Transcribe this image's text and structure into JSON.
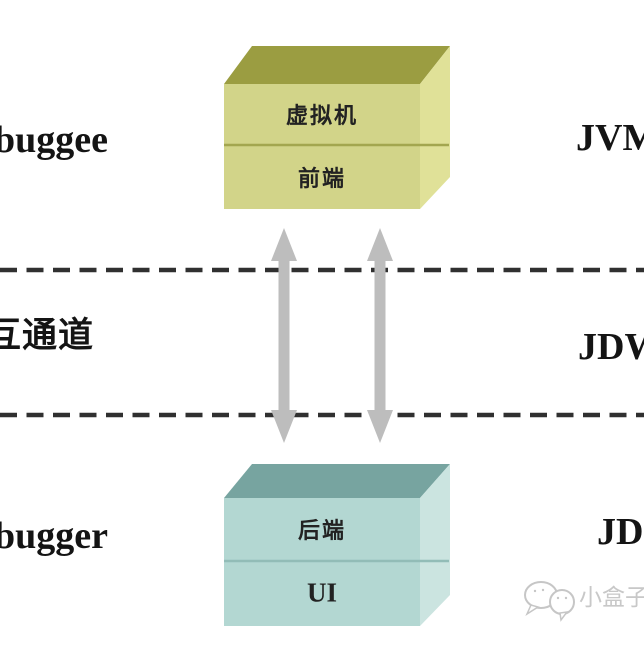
{
  "side_labels": {
    "top_left": "buggee",
    "middle_left": "互通道",
    "bottom_left": "bugger",
    "top_right": "JVM",
    "middle_right": "JDW",
    "bottom_right": "JDI"
  },
  "top_box": {
    "upper_label": "虚拟机",
    "lower_label": "前端"
  },
  "bottom_box": {
    "upper_label": "后端",
    "lower_label": "UI"
  },
  "watermark": {
    "text": "小盒子",
    "icon": "chat-bubble-faces-icon"
  },
  "icons": {
    "arrow_left": "double-headed-vertical-arrow",
    "arrow_right": "double-headed-vertical-arrow"
  },
  "colors": {
    "top_box": {
      "front": "#d2d489",
      "top": "#9b9d41",
      "right": "#e0e198",
      "divider": "#a3a64f"
    },
    "bottom_box": {
      "front": "#b3d7d2",
      "top": "#77a4a0",
      "right": "#cbe4e0",
      "divider": "#92bcb7"
    },
    "arrow": "#bdbdbd",
    "dashed_line": "#303030",
    "label_text": "#141414",
    "watermark": "#c8c8c8",
    "background": "#ffffff"
  }
}
